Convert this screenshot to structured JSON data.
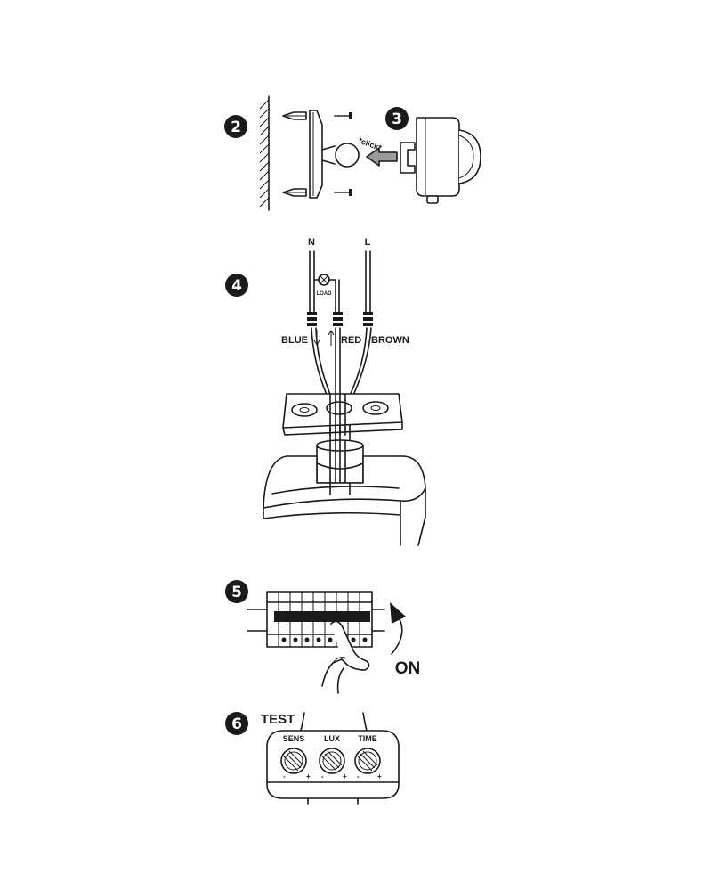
{
  "steps": {
    "step2": {
      "number": "2"
    },
    "step3": {
      "number": "3",
      "click_label": "*click*"
    },
    "step4": {
      "number": "4",
      "terminal_n": "N",
      "terminal_l": "L",
      "load_label": "LOAD",
      "wire_blue": "BLUE",
      "wire_red": "RED",
      "wire_brown": "BROWN"
    },
    "step5": {
      "number": "5",
      "on_label": "ON"
    },
    "step6": {
      "number": "6",
      "test_label": "TEST",
      "knobs": [
        {
          "label": "SENS",
          "min": "-",
          "max": "+"
        },
        {
          "label": "LUX",
          "min": "-",
          "max": "+"
        },
        {
          "label": "TIME",
          "min": "-",
          "max": "+"
        }
      ]
    }
  },
  "colors": {
    "line": "#1a1a1a",
    "background": "#ffffff"
  }
}
